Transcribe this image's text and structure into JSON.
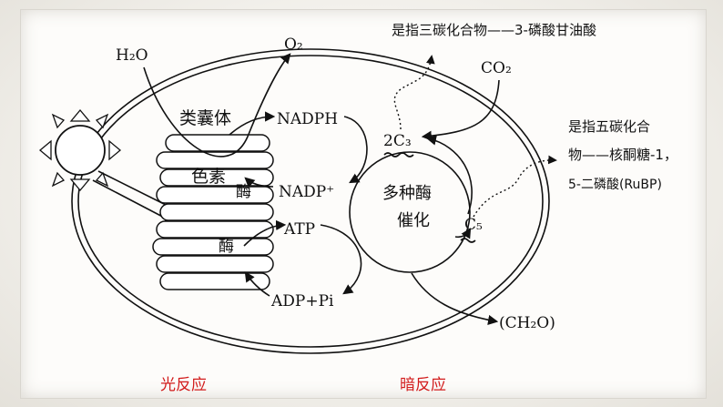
{
  "labels": {
    "h2o": "H₂O",
    "o2": "O₂",
    "thylakoid": "类囊体",
    "pigment": "色素",
    "nadph": "NADPH",
    "nadp": "NADP⁺",
    "enzyme1": "酶",
    "atp": "ATP",
    "enzyme2": "酶",
    "adp_pi": "ADP+Pi",
    "co2": "CO₂",
    "c3": "2C₃",
    "multi_enzyme_line1": "多种酶",
    "multi_enzyme_line2": "催化",
    "c5": "C₅",
    "ch2o": "(CH₂O)"
  },
  "notes": {
    "c3_note": "是指三碳化合物——3-磷酸甘油酸",
    "c5_note_line1": "是指五碳化合",
    "c5_note_line2": "物——核酮糖-1，",
    "c5_note_line3": "5-二磷酸(RuBP)"
  },
  "footer": {
    "light_reaction": "光反应",
    "dark_reaction": "暗反应"
  },
  "colors": {
    "ink": "#111111",
    "accent_red": "#d21c1c"
  }
}
